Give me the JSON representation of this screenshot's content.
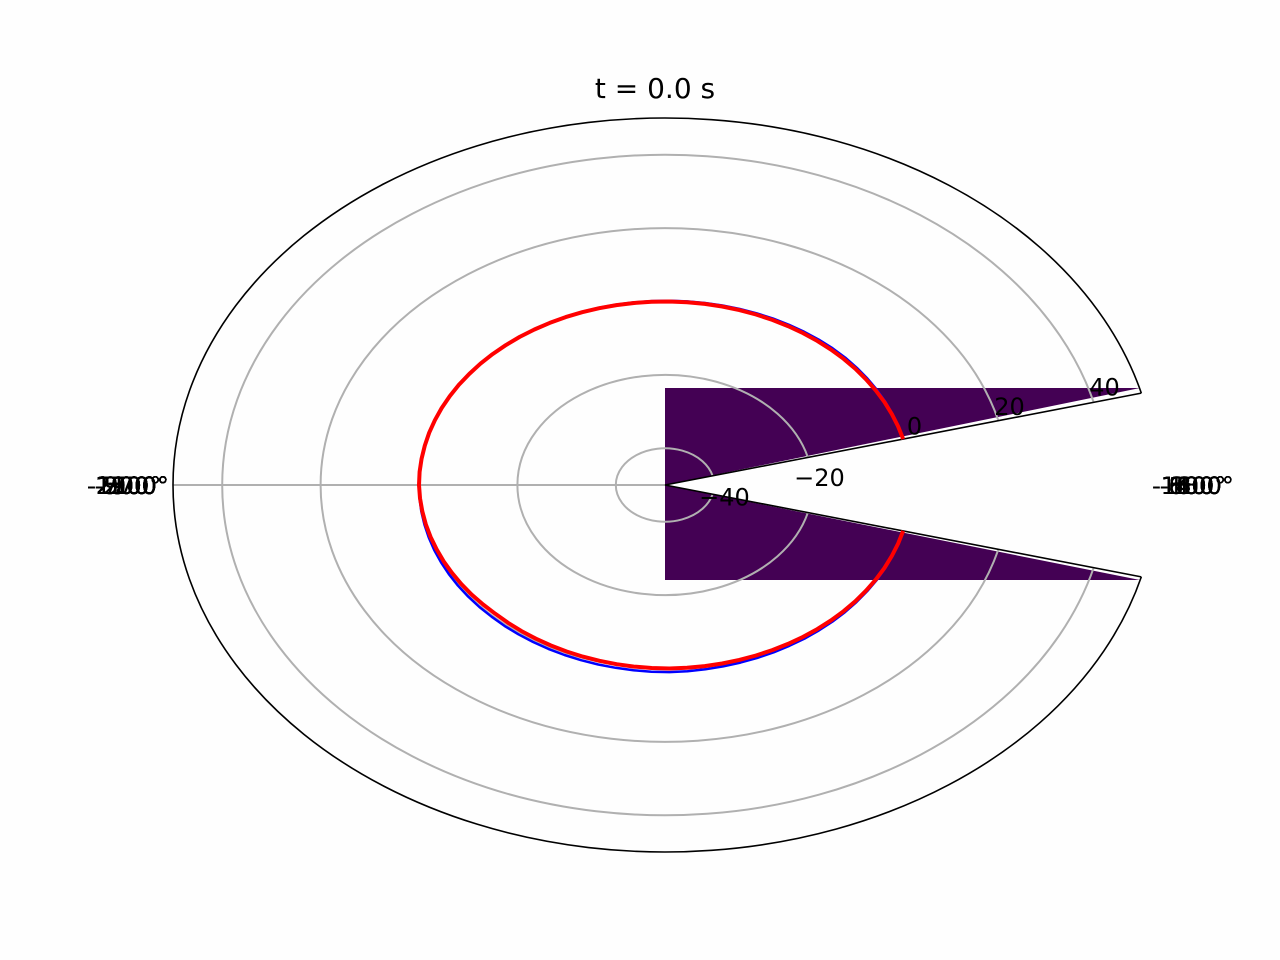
{
  "chart_data": {
    "type": "polar",
    "title": "t = 0.0 s",
    "theta_direction": "clockwise",
    "radial_ticks": [
      "−40",
      "−20",
      "0",
      "20",
      "40"
    ],
    "radial_tick_values": [
      -40,
      -20,
      0,
      20,
      40
    ],
    "rlim": [
      -50,
      50
    ],
    "angular_tick_labels_left": [
      "-270°",
      "-2700°",
      "-900°",
      "-2900°",
      "-1700°",
      "-1100°",
      "-2500°",
      "-300°",
      "-1500°",
      "-2300°",
      "-700°",
      "-2100°",
      "-1900°",
      "-500°"
    ],
    "angular_tick_labels_right": [
      "-180°",
      "-1800°",
      "-1100°",
      "-800°",
      "-1400°",
      "-100°",
      "-1600°",
      "-600°"
    ],
    "grid": true,
    "colors": {
      "wedge_fill": "#440154",
      "frame": "#000000",
      "grid": "#b0b0b0",
      "true_curve": "#0000ff",
      "estimate_curve": "#ff0000"
    },
    "series": [
      {
        "color": "#0000ff",
        "r": 0,
        "points": [
          {
            "theta_deg": 14.5,
            "r": 0.0
          },
          {
            "theta_deg": 45,
            "r": 0.5
          },
          {
            "theta_deg": 90,
            "r": 0.2
          },
          {
            "theta_deg": 135,
            "r": 0.0
          },
          {
            "theta_deg": 180,
            "r": 0.0
          },
          {
            "theta_deg": 225,
            "r": 0.3
          },
          {
            "theta_deg": 270,
            "r": 1.0
          },
          {
            "theta_deg": 300,
            "r": 0.6
          },
          {
            "theta_deg": 345.5,
            "r": 0.0
          }
        ]
      },
      {
        "color": "#ff0000",
        "r": 0,
        "points": [
          {
            "theta_deg": 14.5,
            "r": 0.0
          },
          {
            "theta_deg": 45,
            "r": 0.0
          },
          {
            "theta_deg": 90,
            "r": 0.0
          },
          {
            "theta_deg": 135,
            "r": 0.0
          },
          {
            "theta_deg": 180,
            "r": 0.0
          },
          {
            "theta_deg": 225,
            "r": -0.8
          },
          {
            "theta_deg": 270,
            "r": 0.0
          },
          {
            "theta_deg": 300,
            "r": 0.0
          },
          {
            "theta_deg": 345.5,
            "r": 0.0
          }
        ]
      }
    ],
    "gap_theta_deg": [
      -14.5,
      14.5
    ],
    "wedge_overlay": {
      "theta_span_deg": [
        -90,
        90
      ],
      "r_range": [
        -50,
        50
      ]
    }
  }
}
